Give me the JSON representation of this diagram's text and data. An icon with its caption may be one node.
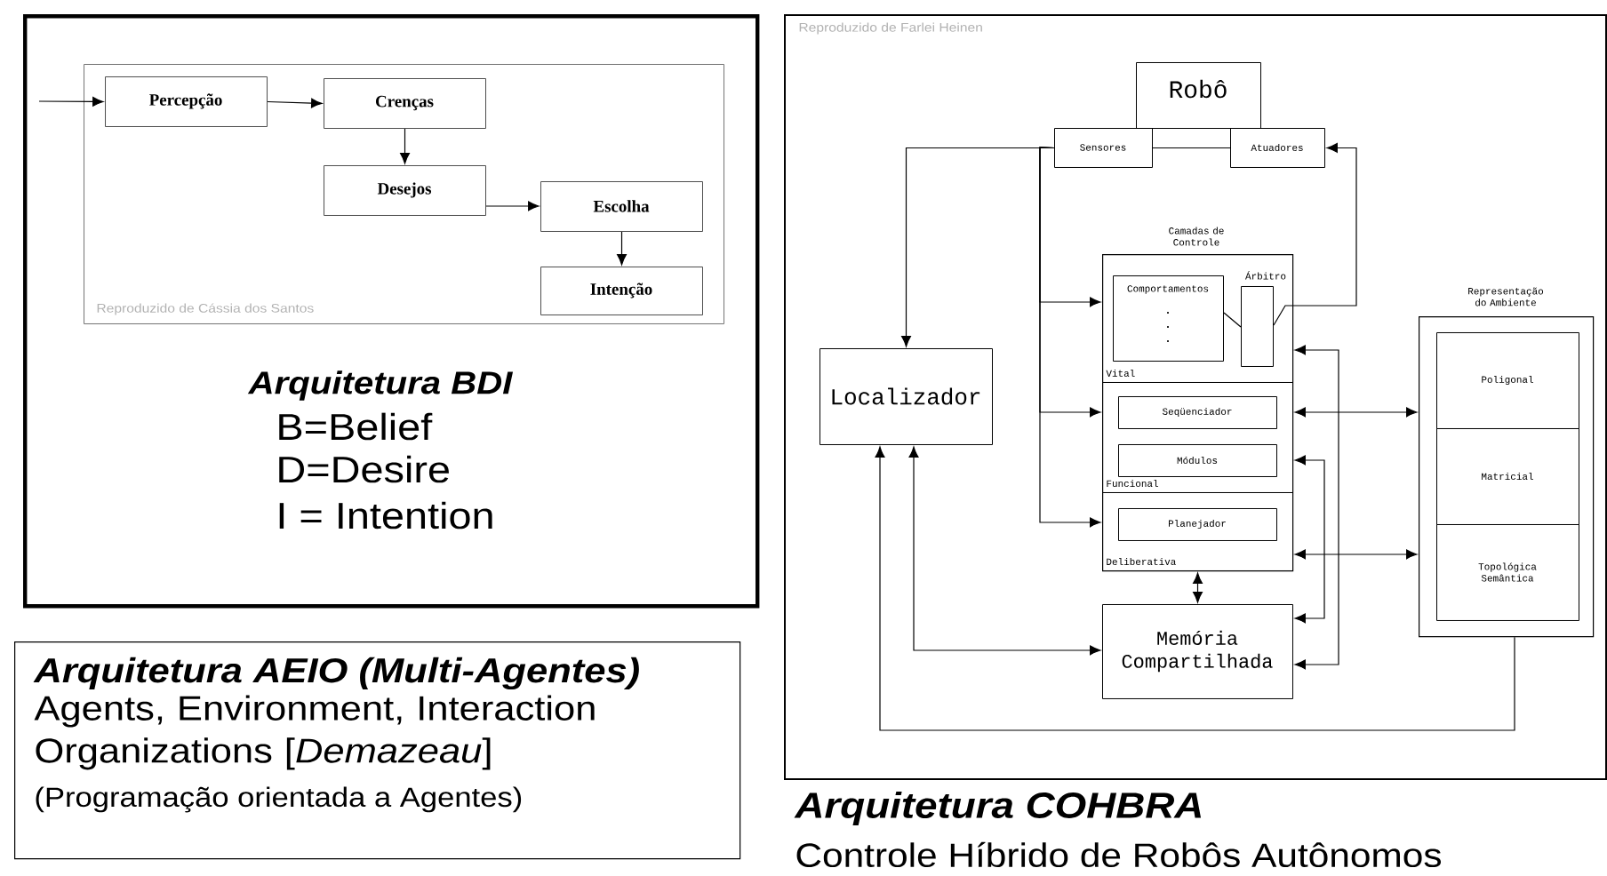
{
  "diagram": {
    "nodes": [
      {
        "text": [
          "Arquitetura BDI",
          "B=Belief",
          "D=Desire",
          "I = Intention"
        ]
      },
      {
        "text": [
          "Reproduzido de Cássia dos Santos"
        ],
        "in": 0
      },
      {
        "text": [
          "Percepção"
        ],
        "in": 1
      },
      {
        "text": [
          "Crenças"
        ],
        "in": 1
      },
      {
        "text": [
          "Desejos"
        ],
        "in": 1
      },
      {
        "text": [
          "Escolha"
        ],
        "in": 1
      },
      {
        "text": [
          "Intenção"
        ],
        "in": 1
      },
      {
        "text": [
          "Arquitetura AEIO (Multi-Agentes)",
          "Agents, Environment, Interaction Organizations [*Demazeau*]",
          "(Programação orientada a Agentes)"
        ]
      },
      {
        "text": [
          "Reproduzido de Farlei Heinen"
        ],
        "beside": [
          "Arquitetura COHBRA",
          "Controle Híbrido de Robôs Autônomos"
        ]
      },
      {
        "text": [
          "Robô"
        ],
        "in": 8
      },
      {
        "text": [
          "Sensores"
        ],
        "in": 8
      },
      {
        "text": [
          "Atuadores"
        ],
        "in": 8
      },
      {
        "text": [
          "Camadas de Controle"
        ],
        "in": 8
      },
      {
        "text": [
          "Vital"
        ],
        "in": 12
      },
      {
        "text": [
          "Comportamentos"
        ],
        "in": 13
      },
      {
        "text": [
          "Árbitro"
        ],
        "in": 13
      },
      {
        "text": [
          "Funcional"
        ],
        "in": 12
      },
      {
        "text": [
          "Seqüenciador"
        ],
        "in": 16
      },
      {
        "text": [
          "Módulos"
        ],
        "in": 16
      },
      {
        "text": [
          "Deliberativa"
        ],
        "in": 12
      },
      {
        "text": [
          "Planejador"
        ],
        "in": 19
      },
      {
        "text": [
          "Localizador"
        ],
        "in": 8
      },
      {
        "text": [
          "Memória Compartilhada"
        ],
        "in": 8
      },
      {
        "text": [
          "Representação do Ambiente"
        ],
        "in": 8
      },
      {
        "text": [
          "Poligonal"
        ],
        "in": 23
      },
      {
        "text": [
          "Matricial"
        ],
        "in": 23
      },
      {
        "text": [
          "Topológica Semântica"
        ],
        "in": 23
      }
    ],
    "edges": [
      {
        "from": null,
        "to": 2,
        "arrow": "to"
      },
      {
        "from": 2,
        "to": 3,
        "arrow": "to"
      },
      {
        "from": 3,
        "to": 4,
        "arrow": "to"
      },
      {
        "from": 4,
        "to": 5,
        "arrow": "to"
      },
      {
        "from": 5,
        "to": 6,
        "arrow": "to"
      },
      {
        "from": 10,
        "to": 11,
        "arrow": "none"
      },
      {
        "from": 10,
        "to": 21,
        "arrow": "to"
      },
      {
        "from": 10,
        "to": 13,
        "arrow": "to"
      },
      {
        "from": 10,
        "to": 16,
        "arrow": "to"
      },
      {
        "from": 10,
        "to": 19,
        "arrow": "to"
      },
      {
        "from": 14,
        "to": 15,
        "arrow": "none"
      },
      {
        "from": 15,
        "to": 11,
        "arrow": "to"
      },
      {
        "from": 13,
        "to": 22,
        "arrow": "both"
      },
      {
        "from": 16,
        "to": 22,
        "arrow": "both"
      },
      {
        "from": 16,
        "to": 23,
        "arrow": "both"
      },
      {
        "from": 19,
        "to": 23,
        "arrow": "both"
      },
      {
        "from": 19,
        "to": 22,
        "arrow": "both"
      },
      {
        "from": 21,
        "to": 22,
        "arrow": "both"
      },
      {
        "from": 23,
        "to": 21,
        "arrow": "to"
      }
    ]
  }
}
